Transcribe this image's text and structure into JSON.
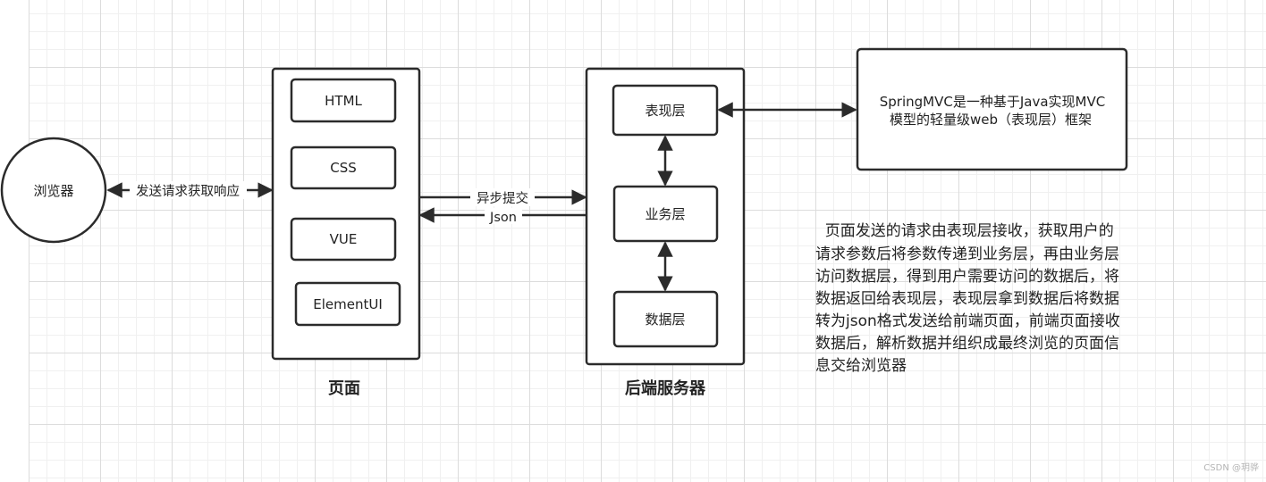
{
  "browser": {
    "label": "浏览器"
  },
  "browser_link": {
    "label": "发送请求获取响应"
  },
  "page_group": {
    "title": "页面",
    "items": [
      "HTML",
      "CSS",
      "VUE",
      "ElementUI"
    ]
  },
  "links": {
    "async_submit": "异步提交",
    "json": "Json"
  },
  "server_group": {
    "title": "后端服务器",
    "layers": [
      "表现层",
      "业务层",
      "数据层"
    ]
  },
  "springmvc_note": {
    "lines": [
      "SpringMVC是一种基于Java实现MVC",
      "模型的轻量级web（表现层）框架"
    ]
  },
  "description": {
    "lines": [
      "  页面发送的请求由表现层接收，获取用户的",
      "请求参数后将参数传递到业务层，再由业务层",
      "访问数据层，得到用户需要访问的数据后，将",
      "数据返回给表现层，表现层拿到数据后将数据",
      "转为json格式发送给前端页面，前端页面接收",
      "数据后，解析数据并组织成最终浏览的页面信",
      "息交给浏览器"
    ]
  },
  "watermark": "CSDN @玥骅",
  "colors": {
    "stroke": "#2b2b2b",
    "text": "#222222",
    "grid": "#dcdcdc"
  }
}
